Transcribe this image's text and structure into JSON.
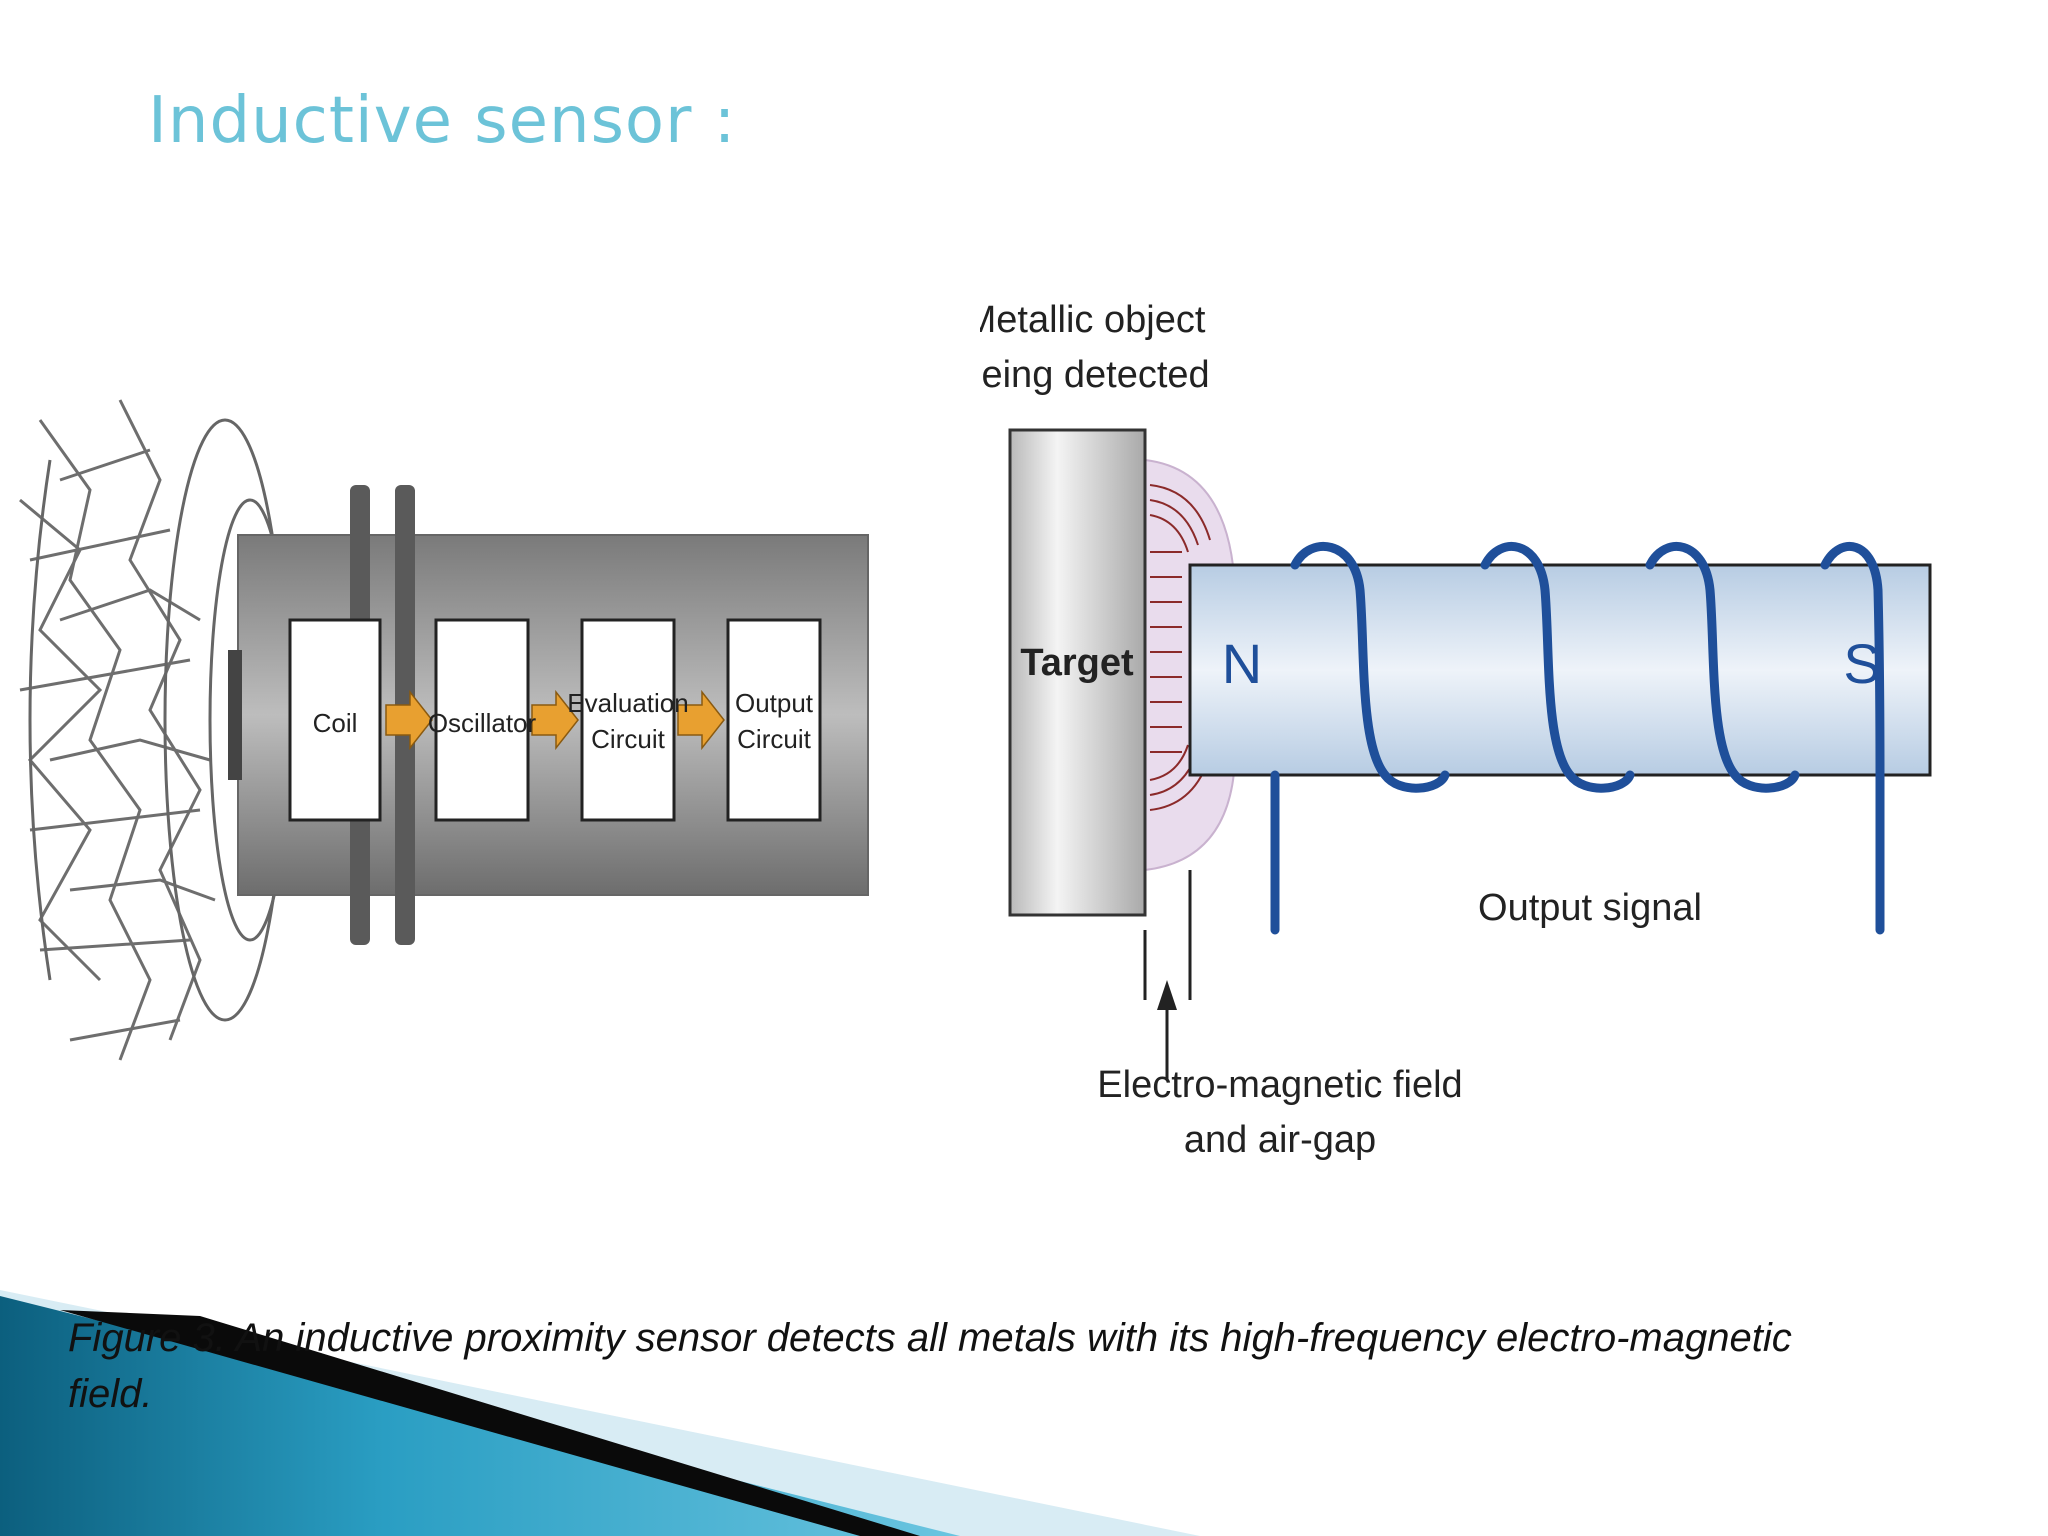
{
  "slide": {
    "title": "Inductive sensor :",
    "caption_line1": "Figure 3. An inductive proximity sensor detects all metals with its high-frequency electro-magnetic",
    "caption_line2": "field."
  },
  "sensor_diagram": {
    "blocks": [
      {
        "label_line1": "Coil",
        "label_line2": ""
      },
      {
        "label_line1": "Oscillator",
        "label_line2": ""
      },
      {
        "label_line1": "Evaluation",
        "label_line2": "Circuit"
      },
      {
        "label_line1": "Output",
        "label_line2": "Circuit"
      }
    ]
  },
  "magnet_diagram": {
    "object_label_line1": "Metallic object",
    "object_label_line2": "being detected",
    "target_label": "Target",
    "north_label": "N",
    "south_label": "S",
    "output_label": "Output signal",
    "field_label_line1": "Electro-magnetic field",
    "field_label_line2": "and air-gap"
  },
  "colors": {
    "title": "#6cc3d8",
    "coil_wire": "#1f4f9a",
    "magnet_fill": "#c7d8ea",
    "field_arc": "#8b2a2a",
    "arrow_orange": "#e8a030",
    "decor_teal": "#1b8fb0"
  }
}
